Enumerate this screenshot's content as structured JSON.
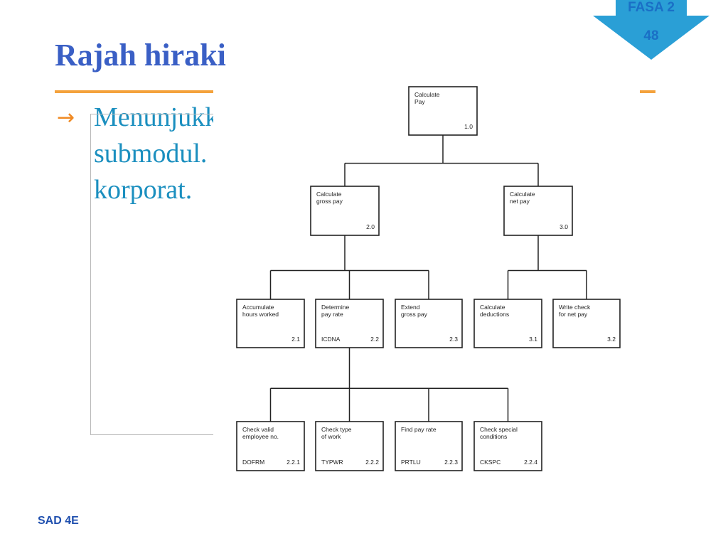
{
  "badge": {
    "line1": "FASA 2",
    "line2": "48",
    "color": "#2a9fd6"
  },
  "title": "Rajah hiraki",
  "body_text": "Menunjukkan hubungan antara modul dan submodul. Juga digunakan untuk carta organisasi korporat.",
  "footer": "SAD 4E",
  "colors": {
    "title": "#3a5fc5",
    "rule": "#f4a23c",
    "body": "#1b8fbf",
    "bullet": "#f08a24"
  },
  "diagram": {
    "nodes": [
      {
        "id": "n1",
        "lines": [
          "Calculate",
          "Pay"
        ],
        "code": "",
        "number": "1.0"
      },
      {
        "id": "n2",
        "lines": [
          "Calculate",
          "gross pay"
        ],
        "code": "",
        "number": "2.0"
      },
      {
        "id": "n3",
        "lines": [
          "Calculate",
          "net pay"
        ],
        "code": "",
        "number": "3.0"
      },
      {
        "id": "n21",
        "lines": [
          "Accumulate",
          "hours worked"
        ],
        "code": "",
        "number": "2.1"
      },
      {
        "id": "n22",
        "lines": [
          "Determine",
          "pay rate"
        ],
        "code": "ICDNA",
        "number": "2.2"
      },
      {
        "id": "n23",
        "lines": [
          "Extend",
          "gross pay"
        ],
        "code": "",
        "number": "2.3"
      },
      {
        "id": "n31",
        "lines": [
          "Calculate",
          "deductions"
        ],
        "code": "",
        "number": "3.1"
      },
      {
        "id": "n32",
        "lines": [
          "Write check",
          "for net pay"
        ],
        "code": "",
        "number": "3.2"
      },
      {
        "id": "n221",
        "lines": [
          "Check valid",
          "employee no."
        ],
        "code": "DOFRM",
        "number": "2.2.1"
      },
      {
        "id": "n222",
        "lines": [
          "Check type",
          "of work"
        ],
        "code": "TYPWR",
        "number": "2.2.2"
      },
      {
        "id": "n223",
        "lines": [
          "Find pay rate"
        ],
        "code": "PRTLU",
        "number": "2.2.3"
      },
      {
        "id": "n224",
        "lines": [
          "Check special",
          "conditions"
        ],
        "code": "CKSPC",
        "number": "2.2.4"
      }
    ],
    "edges": [
      [
        "n1",
        "n2"
      ],
      [
        "n1",
        "n3"
      ],
      [
        "n2",
        "n21"
      ],
      [
        "n2",
        "n22"
      ],
      [
        "n2",
        "n23"
      ],
      [
        "n3",
        "n31"
      ],
      [
        "n3",
        "n32"
      ],
      [
        "n22",
        "n221"
      ],
      [
        "n22",
        "n222"
      ],
      [
        "n22",
        "n223"
      ],
      [
        "n22",
        "n224"
      ]
    ]
  }
}
